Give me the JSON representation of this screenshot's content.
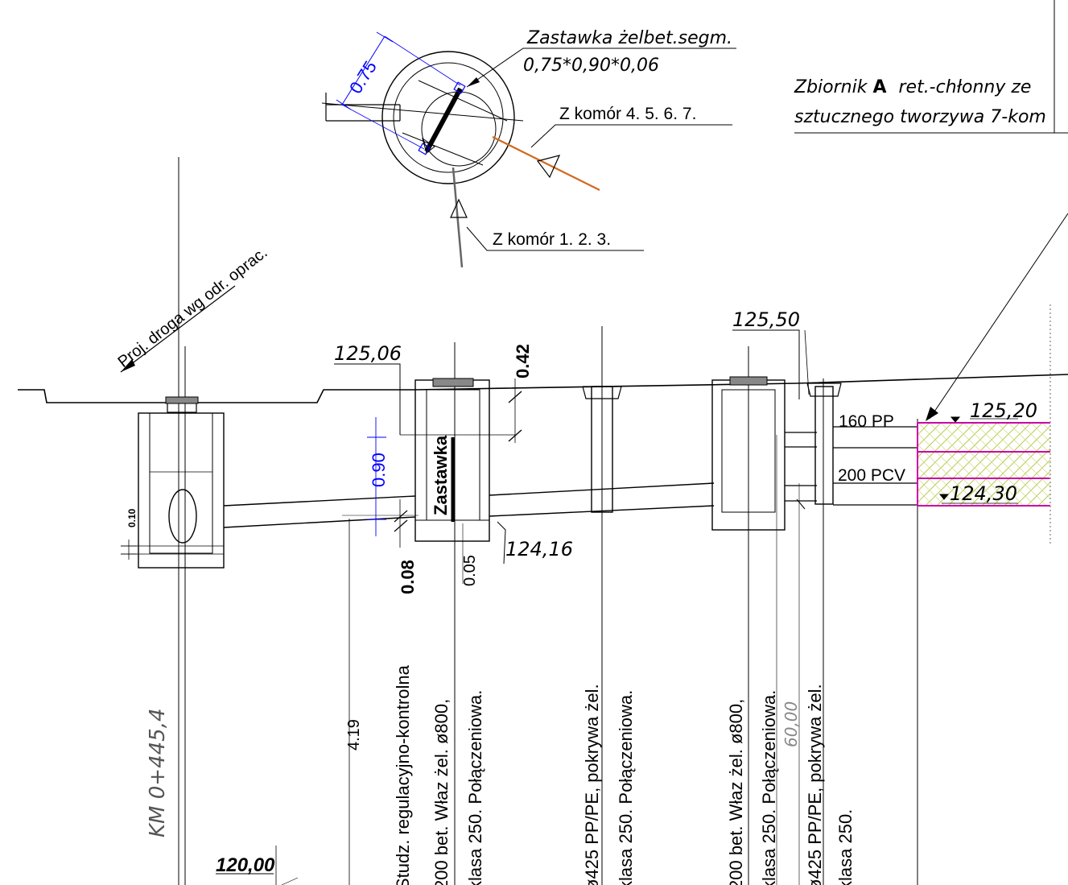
{
  "plan": {
    "valve_title": "Zastawka żelbet.segm.",
    "valve_dims": "0,75*0,90*0,06",
    "valve_width_dim": "0.75",
    "from_chambers_4567": "Z komór 4. 5. 6. 7.",
    "from_chambers_123": "Z komór 1. 2. 3."
  },
  "tank": {
    "prefix": "Zbiornik",
    "letter": "A",
    "line1_rest": "ret.-chłonny ze",
    "line2": "sztucznego tworzywa 7-kom"
  },
  "road_label": "Proj. droga wg odr. oprac.",
  "elevations": {
    "e1": "125,06",
    "e2": "125,50",
    "e3": "125,20",
    "e4": "124,30",
    "e5": "124,16",
    "e6": "120,00"
  },
  "dims": {
    "d042": "0.42",
    "d090": "0.90",
    "d010": "0.10",
    "d008": "0.08",
    "d005": "0.05",
    "d419": "4.19",
    "d6000": "60,00"
  },
  "pipes": {
    "p160": "160 PP",
    "p200": "200 PCV"
  },
  "zastawka_label": "Zastawka",
  "km_label": "KM 0+445,4",
  "vertical_notes": [
    "Studz. regulacyjno-kontrolna",
    "200 bet. Właz żel. ø800,",
    "klasa 250.  Połączeniowa.",
    "ø425 PP/PE, pokrywa żel.",
    "klasa 250.  Połączeniowa.",
    "200 bet. Właz żel. ø800,",
    "klasa 250.  Połączeniowa.",
    "ø425 PP/PE, pokrywa żel.",
    "klasa 250."
  ],
  "colors": {
    "line": "#000000",
    "dimension_blue": "#0000ff",
    "tank_outline": "#cc00aa",
    "hatch": "#c8d870",
    "inflow_orange": "#d2691e"
  }
}
